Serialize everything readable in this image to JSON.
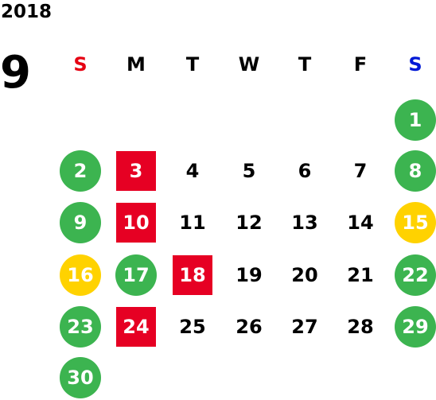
{
  "year": "2018",
  "month": "9",
  "colors": {
    "sunday": "#e60012",
    "saturday": "#0019d6",
    "green": "#3cb450",
    "yellow": "#ffd200",
    "red": "#e60023"
  },
  "weekdays": [
    "S",
    "M",
    "T",
    "W",
    "T",
    "F",
    "S"
  ],
  "weeks": [
    [
      null,
      null,
      null,
      null,
      null,
      null,
      {
        "d": "1",
        "style": "green"
      }
    ],
    [
      {
        "d": "2",
        "style": "green"
      },
      {
        "d": "3",
        "style": "red"
      },
      {
        "d": "4"
      },
      {
        "d": "5"
      },
      {
        "d": "6"
      },
      {
        "d": "7"
      },
      {
        "d": "8",
        "style": "green"
      }
    ],
    [
      {
        "d": "9",
        "style": "green"
      },
      {
        "d": "10",
        "style": "red"
      },
      {
        "d": "11"
      },
      {
        "d": "12"
      },
      {
        "d": "13"
      },
      {
        "d": "14"
      },
      {
        "d": "15",
        "style": "yellow"
      }
    ],
    [
      {
        "d": "16",
        "style": "yellow"
      },
      {
        "d": "17",
        "style": "green"
      },
      {
        "d": "18",
        "style": "red"
      },
      {
        "d": "19"
      },
      {
        "d": "20"
      },
      {
        "d": "21"
      },
      {
        "d": "22",
        "style": "green"
      }
    ],
    [
      {
        "d": "23",
        "style": "green"
      },
      {
        "d": "24",
        "style": "red"
      },
      {
        "d": "25"
      },
      {
        "d": "26"
      },
      {
        "d": "27"
      },
      {
        "d": "28"
      },
      {
        "d": "29",
        "style": "green"
      }
    ],
    [
      {
        "d": "30",
        "style": "green"
      },
      null,
      null,
      null,
      null,
      null,
      null
    ]
  ]
}
